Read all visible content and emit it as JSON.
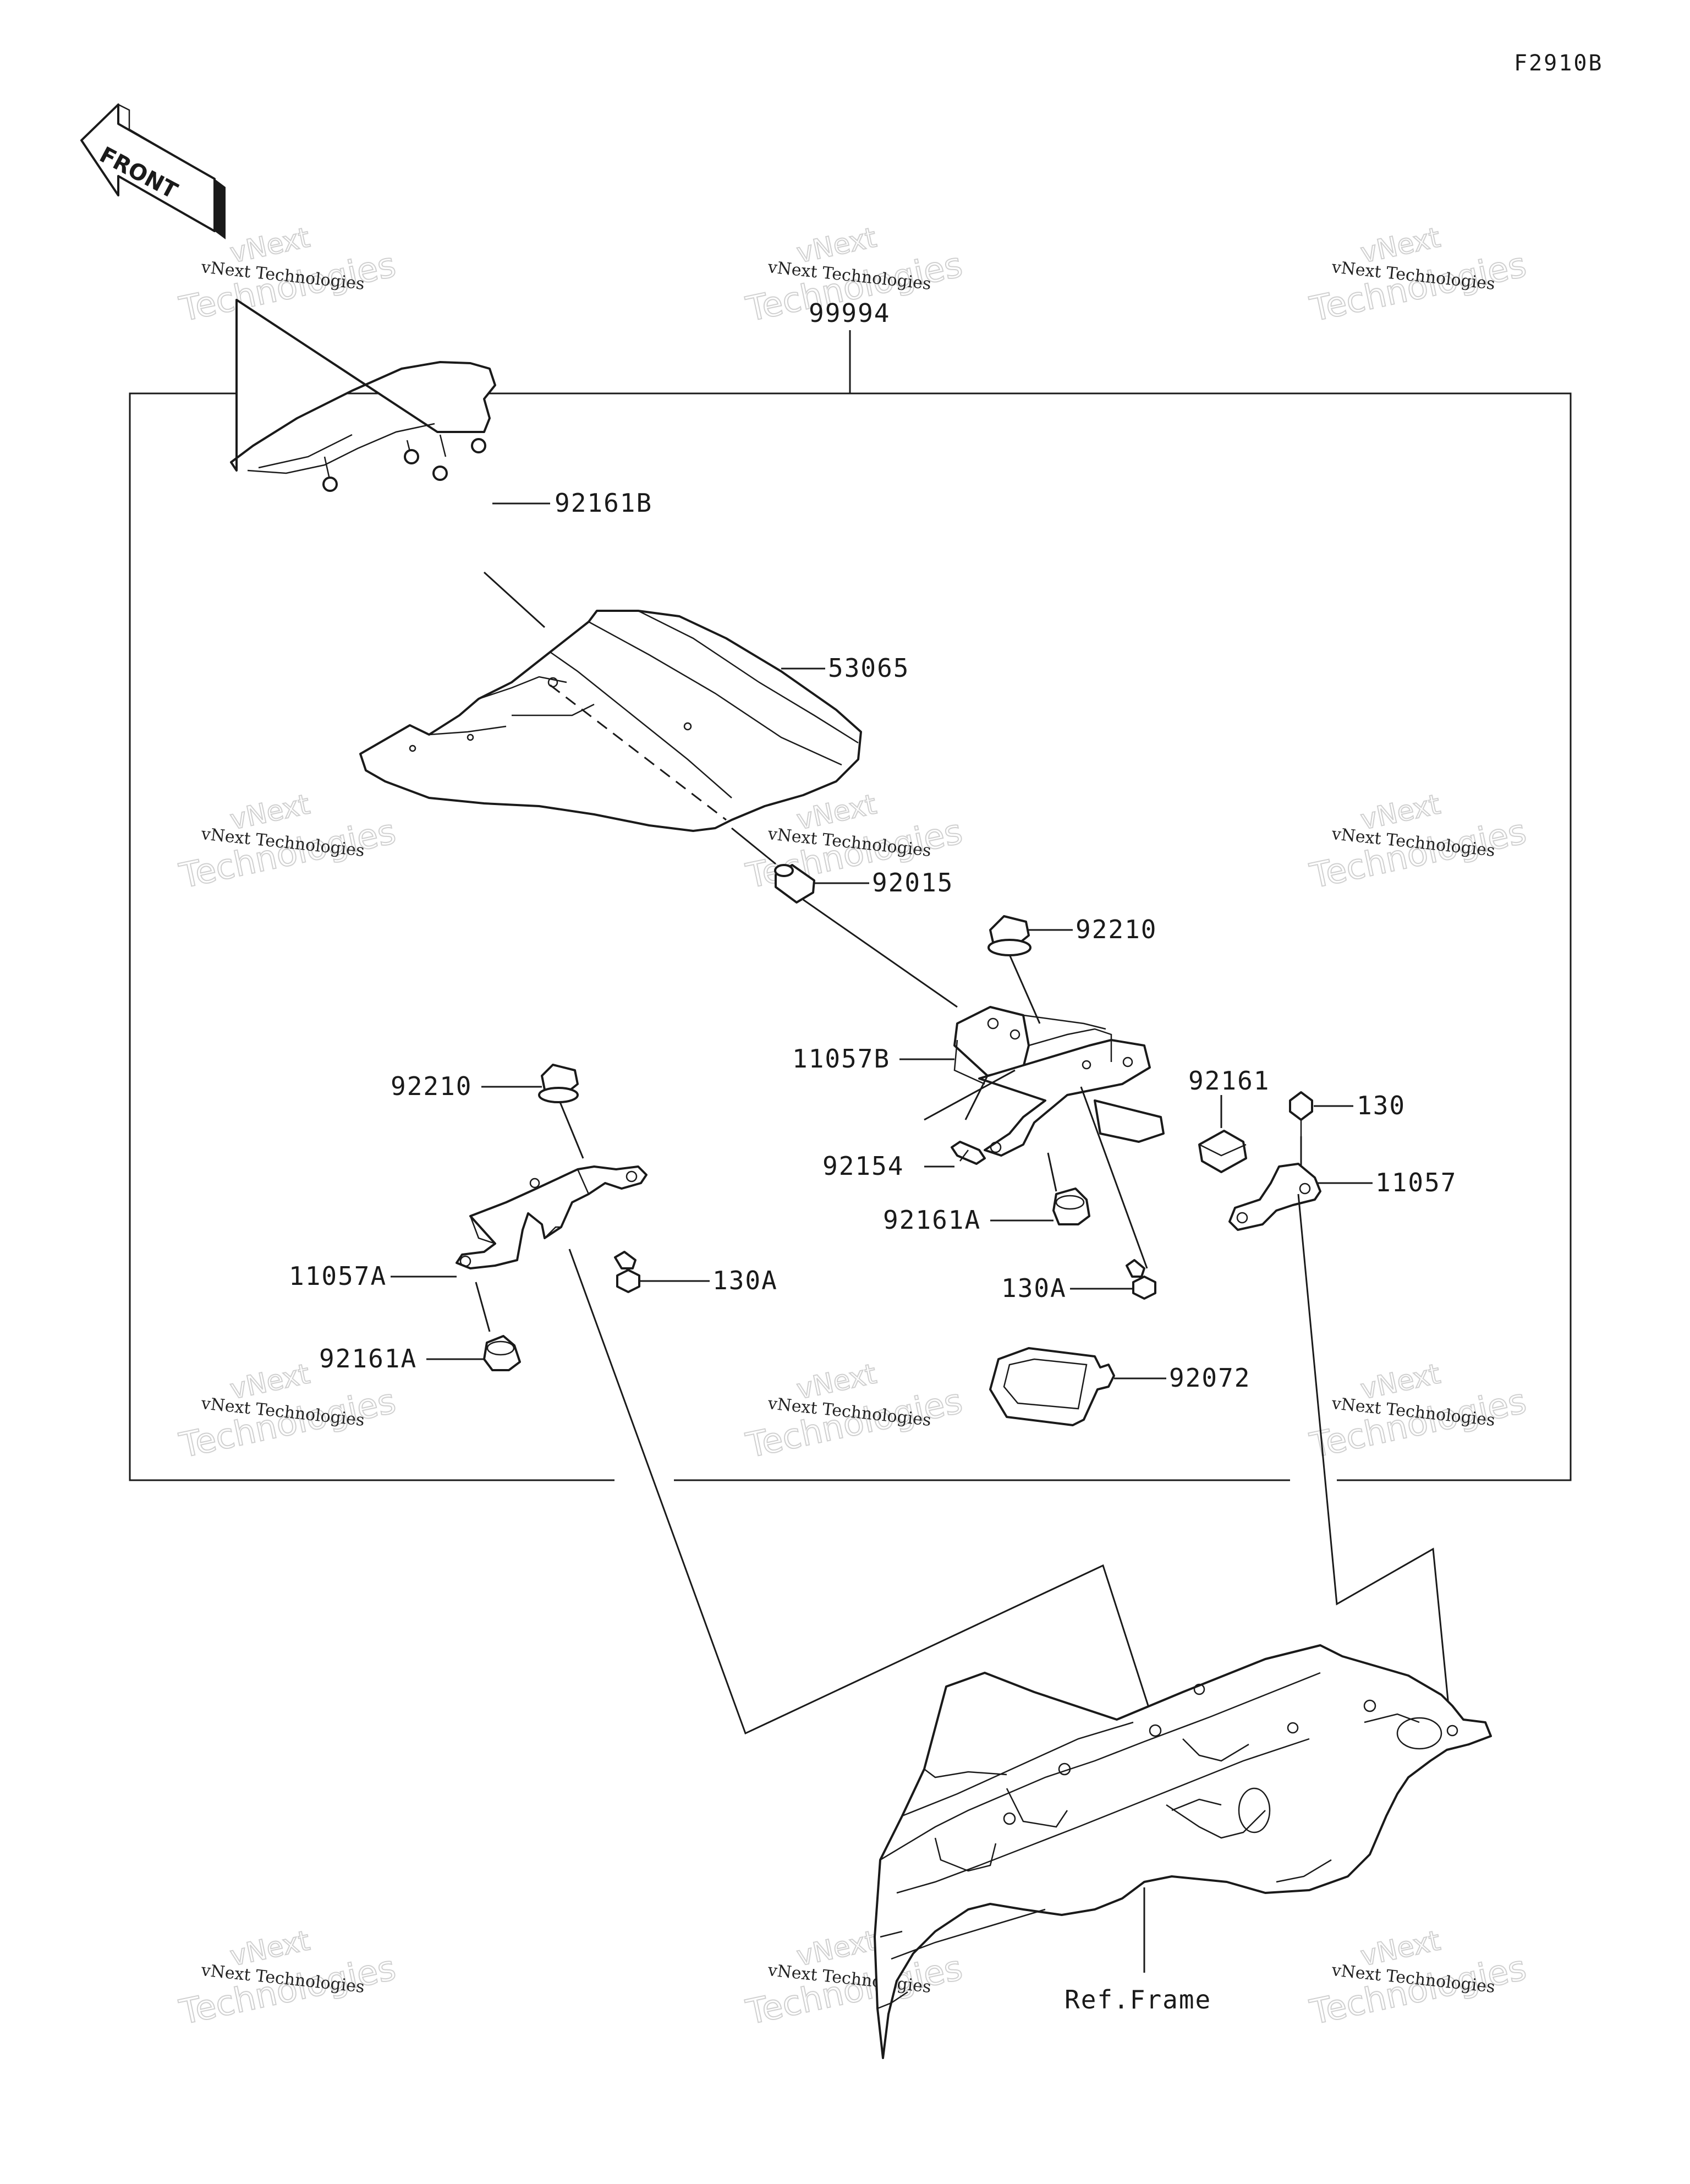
{
  "diagram_code": "F2910B",
  "front_label": "FRONT",
  "assembly_label": "99994",
  "ref_frame_label": "Ref.Frame",
  "watermark": {
    "line1": "vNext Technologies",
    "line2": "vNext",
    "line3": "Technologies"
  },
  "parts": [
    {
      "id": "92161B"
    },
    {
      "id": "53065"
    },
    {
      "id": "92015"
    },
    {
      "id": "92210"
    },
    {
      "id": "11057B"
    },
    {
      "id": "92161"
    },
    {
      "id": "130"
    },
    {
      "id": "92210"
    },
    {
      "id": "92154"
    },
    {
      "id": "11057"
    },
    {
      "id": "92161A"
    },
    {
      "id": "11057A"
    },
    {
      "id": "130A"
    },
    {
      "id": "130A"
    },
    {
      "id": "92161A"
    },
    {
      "id": "92072"
    }
  ]
}
